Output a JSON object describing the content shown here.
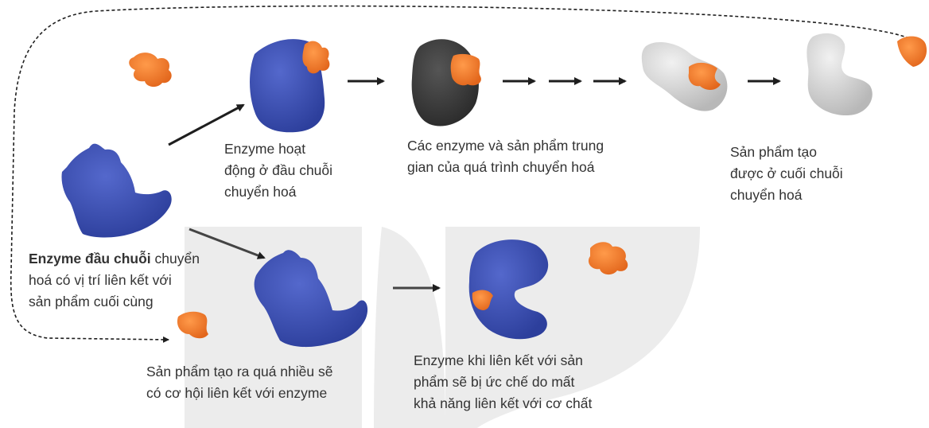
{
  "colors": {
    "enzyme_blue": "#3b4fb0",
    "substrate_orange": "#f07a2a",
    "intermediate_dark": "#3a3a3a",
    "product_grey": "#c9c9c9",
    "background_shape": "#e9e9e9",
    "arrow": "#1e1e1e"
  },
  "labels": {
    "first_enzyme": "Enzyme  hoạt\nđộng ở đầu chuỗi\nchuyển hoá",
    "intermediates": "Các enzyme và sản phẩm trung\ngian của quá trình chuyển hoá",
    "final_product": "Sản phẩm tạo\nđược ở cuối chuỗi\nchuyển hoá",
    "enzyme_binding_site_bold": "Enzyme đầu chuỗi",
    "enzyme_binding_site_rest": " chuyển\nhoá có vị trí liên kết với\nsản phẩm cuối cùng",
    "excess_product": "Sản phẩm tạo ra quá nhiều sẽ\ncó cơ hội liên kết với enzyme",
    "inhibited_enzyme": "Enzyme khi liên kết với sản\nphẩm sẽ bị ức chế do mất\nkhả năng liên kết với cơ chất"
  }
}
